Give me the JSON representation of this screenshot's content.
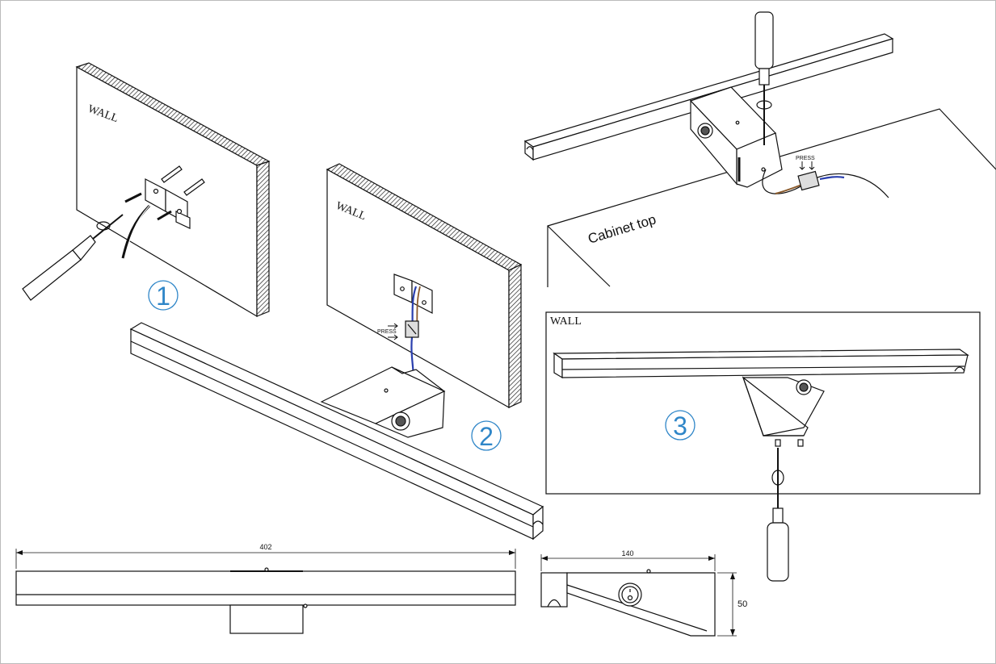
{
  "labels": {
    "wall_1": "WALL",
    "wall_2": "WALL",
    "wall_3": "WALL",
    "press_1": "PRESS",
    "press_2": "PRESS",
    "cabinet_top": "Cabinet top"
  },
  "steps": {
    "step_1": "1",
    "step_2": "2",
    "step_3": "3"
  },
  "dimensions": {
    "length": "402",
    "depth": "140",
    "height": "50"
  },
  "colors": {
    "line": "#111111",
    "step_circle": "#2f86c8",
    "wire_blue": "#2a3fae",
    "wire_brown": "#8a5a2b",
    "hatch": "#222222"
  },
  "icons": {
    "screwdriver": "screwdriver-icon",
    "switch": "switch-icon"
  }
}
